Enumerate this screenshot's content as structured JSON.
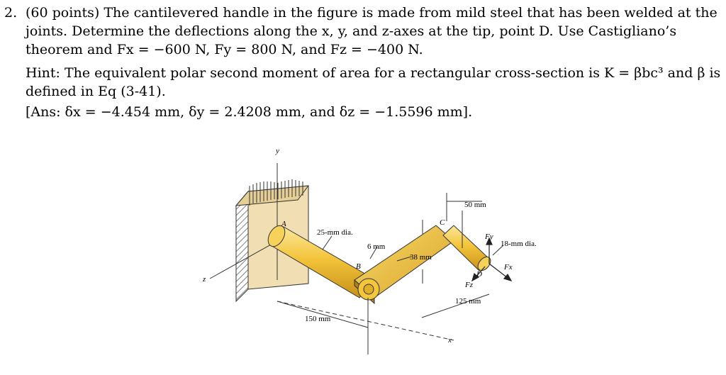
{
  "problem": {
    "number": "2.",
    "lines": [
      "(60 points) The cantilevered handle in the figure is made from mild steel that has been welded at the",
      "joints. Determine the deflections along the x, y, and z-axes at the tip, point D. Use Castigliano’s",
      "theorem and Fx = −600 N, Fy = 800 N, and Fz = −400 N."
    ],
    "hint_lines": [
      "Hint: The equivalent polar second moment of area for a rectangular cross-section is K = βbc³ and β is",
      "defined in Eq (3-41)."
    ],
    "answer": "[Ans: δx = −4.454 mm, δy = 2.4208 mm, and δz = −1.5596 mm]."
  },
  "figure": {
    "axis_y": "y",
    "axis_z": "z",
    "axis_x": "x",
    "point_a": "A",
    "point_b": "B",
    "point_c": "C",
    "point_d": "D",
    "dim_25": "25-mm dia.",
    "dim_6": "6 mm",
    "dim_38": "38 mm",
    "dim_50": "50 mm",
    "dim_18": "18-mm dia.",
    "dim_125": "125 mm",
    "dim_150": "150 mm",
    "force_fy": "Fy",
    "force_fx": "Fx",
    "force_fz": "Fz"
  }
}
